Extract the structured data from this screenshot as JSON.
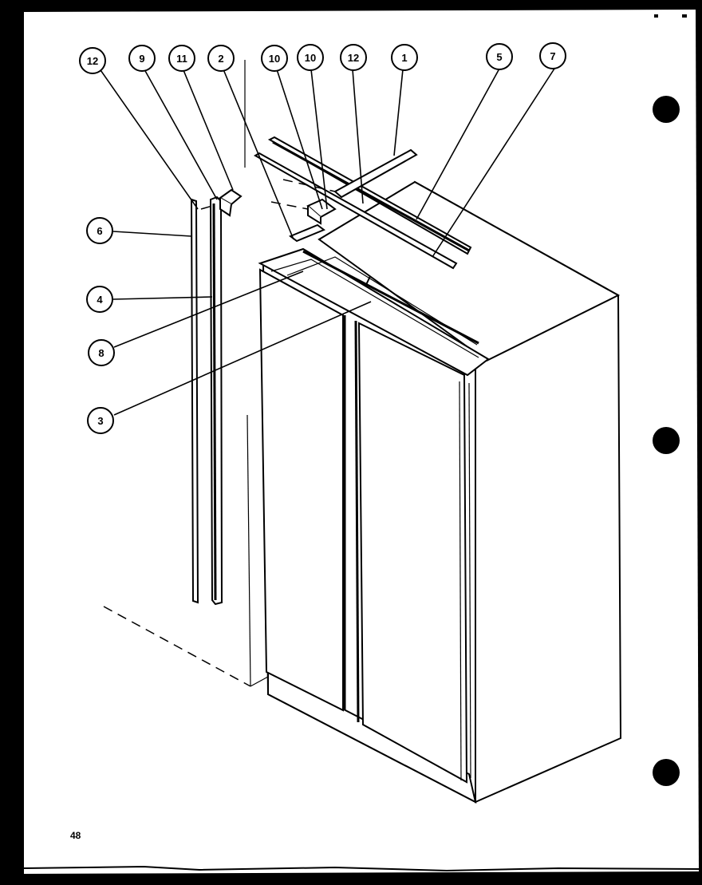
{
  "diagram": {
    "page_number": "48",
    "callouts": [
      {
        "id": "c12a",
        "label": "12"
      },
      {
        "id": "c9",
        "label": "9"
      },
      {
        "id": "c11",
        "label": "11"
      },
      {
        "id": "c2",
        "label": "2"
      },
      {
        "id": "c10a",
        "label": "10"
      },
      {
        "id": "c10b",
        "label": "10"
      },
      {
        "id": "c12b",
        "label": "12"
      },
      {
        "id": "c1",
        "label": "1"
      },
      {
        "id": "c5",
        "label": "5"
      },
      {
        "id": "c7",
        "label": "7"
      },
      {
        "id": "c6",
        "label": "6"
      },
      {
        "id": "c4",
        "label": "4"
      },
      {
        "id": "c8",
        "label": "8"
      },
      {
        "id": "c3",
        "label": "3"
      }
    ],
    "binder_holes": 3
  }
}
